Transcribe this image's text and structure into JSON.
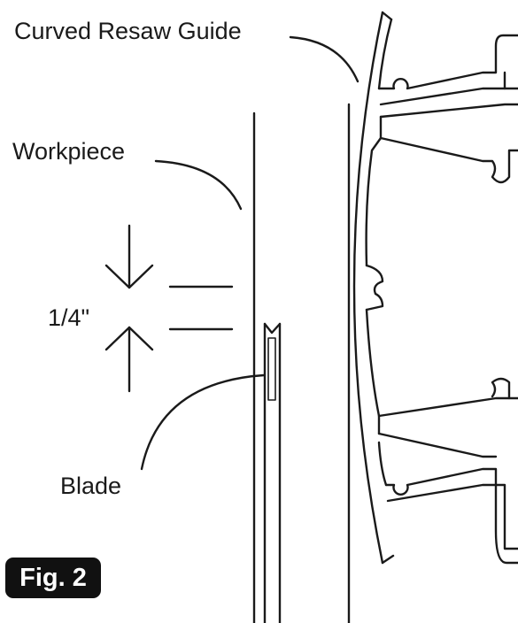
{
  "labels": {
    "guide": "Curved Resaw Guide",
    "workpiece": "Workpiece",
    "dimension": "1/4\"",
    "blade": "Blade"
  },
  "figure": {
    "badge": "Fig. 2"
  },
  "colors": {
    "ink": "#1a1a1a",
    "badge_bg": "#111111",
    "badge_text": "#ffffff"
  }
}
